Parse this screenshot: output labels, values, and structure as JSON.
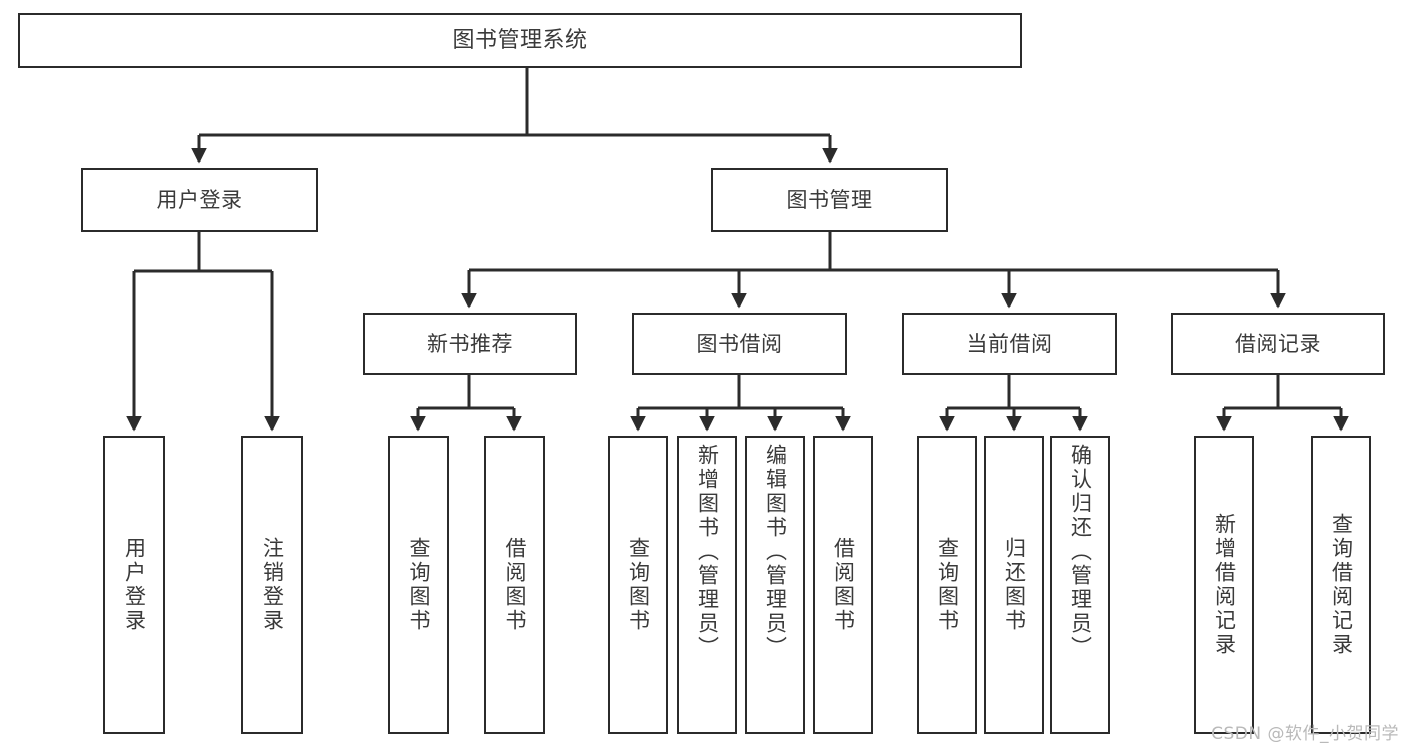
{
  "diagram": {
    "title": "图书管理系统",
    "type": "tree-hierarchy",
    "stroke_color": "#2b2b2b",
    "text_color": "#3a3a3a",
    "background_color": "#ffffff",
    "root": {
      "id": "root",
      "label": "图书管理系统"
    },
    "level1": [
      {
        "id": "user-login",
        "label": "用户登录"
      },
      {
        "id": "book-management",
        "label": "图书管理"
      }
    ],
    "level2": [
      {
        "id": "new-book-recommend",
        "label": "新书推荐",
        "parent": "book-management"
      },
      {
        "id": "book-borrow",
        "label": "图书借阅",
        "parent": "book-management"
      },
      {
        "id": "current-borrow",
        "label": "当前借阅",
        "parent": "book-management"
      },
      {
        "id": "borrow-record",
        "label": "借阅记录",
        "parent": "book-management"
      }
    ],
    "leaves": {
      "user_login": [
        {
          "id": "leaf-user-login",
          "label": "用户登录"
        },
        {
          "id": "leaf-logout-login",
          "label": "注销登录"
        }
      ],
      "new_book_recommend": [
        {
          "id": "leaf-query-book-1",
          "label": "查询图书"
        },
        {
          "id": "leaf-borrow-book-1",
          "label": "借阅图书"
        }
      ],
      "book_borrow": [
        {
          "id": "leaf-query-book-2",
          "label": "查询图书"
        },
        {
          "id": "leaf-add-book",
          "label": "新增图书（管理员）"
        },
        {
          "id": "leaf-edit-book",
          "label": "编辑图书（管理员）"
        },
        {
          "id": "leaf-borrow-book-2",
          "label": "借阅图书"
        }
      ],
      "current_borrow": [
        {
          "id": "leaf-query-book-3",
          "label": "查询图书"
        },
        {
          "id": "leaf-return-book",
          "label": "归还图书"
        },
        {
          "id": "leaf-confirm-return",
          "label": "确认归还（管理员）"
        }
      ],
      "borrow_record": [
        {
          "id": "leaf-add-record",
          "label": "新增借阅记录"
        },
        {
          "id": "leaf-query-record",
          "label": "查询借阅记录"
        }
      ]
    }
  },
  "watermark": {
    "text": "CSDN @软件_小贺同学"
  }
}
